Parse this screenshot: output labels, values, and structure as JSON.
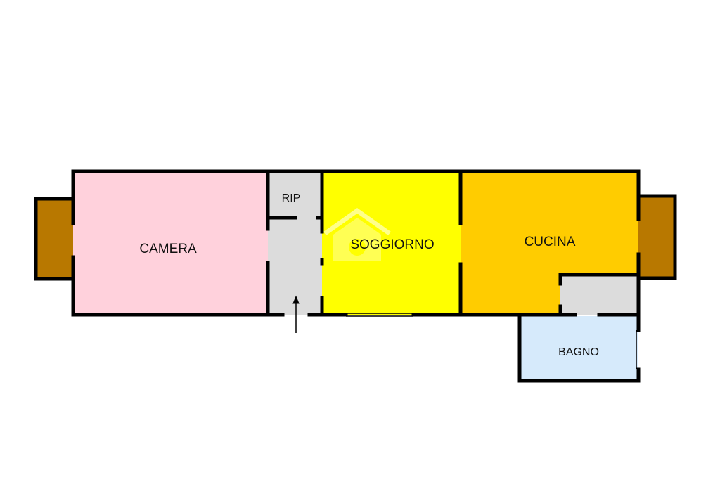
{
  "rooms": {
    "camera": {
      "label": "CAMERA",
      "color": "#FFD1DC"
    },
    "rip": {
      "label": "RIP",
      "color": "#DCDCDC"
    },
    "soggiorno": {
      "label": "SOGGIORNO",
      "color": "#FFFF00"
    },
    "cucina": {
      "label": "CUCINA",
      "color": "#FFCC00"
    },
    "bagno": {
      "label": "BAGNO",
      "color": "#D6EAFB"
    }
  },
  "colors": {
    "wall": "#000000",
    "corridor": "#DCDCDC",
    "balcony": "#B87800",
    "watermark": "#FFFFFF"
  },
  "icons": {
    "entrance": "arrow-up-icon",
    "watermark": "house-logo-icon"
  }
}
